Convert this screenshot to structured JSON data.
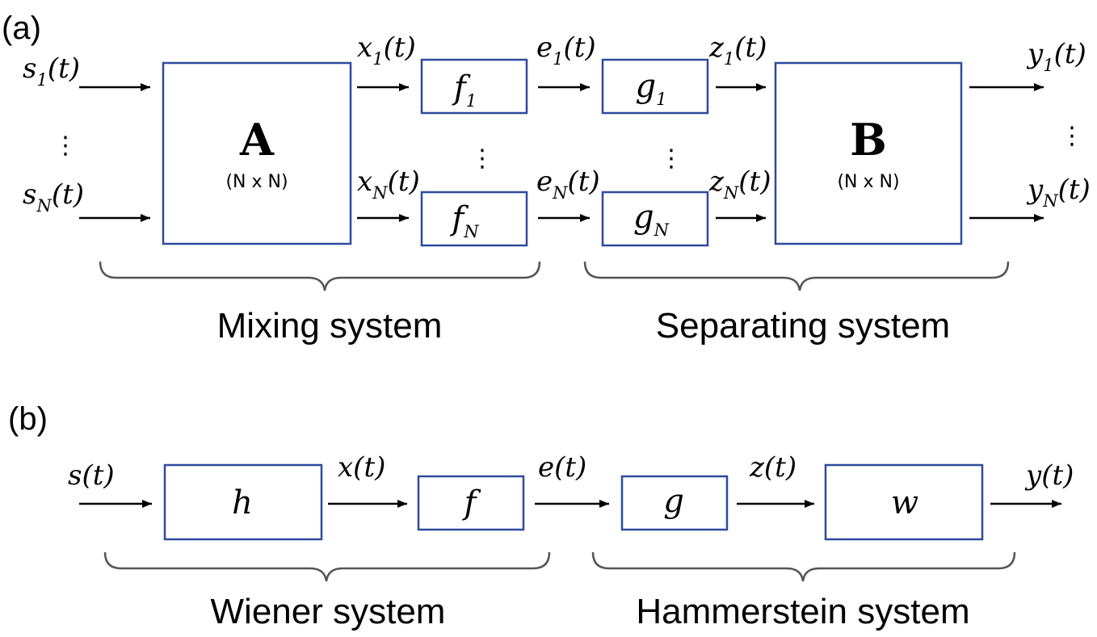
{
  "panel_a": {
    "label": "(a)",
    "inputs": [
      {
        "base": "s",
        "sub": "1",
        "arg": "(t)"
      },
      {
        "base": "s",
        "sub": "N",
        "arg": "(t)"
      }
    ],
    "matrix_a": {
      "name": "A",
      "dim": "(N x N)"
    },
    "x_signals": [
      {
        "base": "x",
        "sub": "1",
        "arg": "(t)"
      },
      {
        "base": "x",
        "sub": "N",
        "arg": "(t)"
      }
    ],
    "f_blocks": [
      {
        "base": "f",
        "sub": "1"
      },
      {
        "base": "f",
        "sub": "N"
      }
    ],
    "e_signals": [
      {
        "base": "e",
        "sub": "1",
        "arg": "(t)"
      },
      {
        "base": "e",
        "sub": "N",
        "arg": "(t)"
      }
    ],
    "g_blocks": [
      {
        "base": "g",
        "sub": "1"
      },
      {
        "base": "g",
        "sub": "N"
      }
    ],
    "z_signals": [
      {
        "base": "z",
        "sub": "1",
        "arg": "(t)"
      },
      {
        "base": "z",
        "sub": "N",
        "arg": "(t)"
      }
    ],
    "matrix_b": {
      "name": "B",
      "dim": "(N x N)"
    },
    "outputs": [
      {
        "base": "y",
        "sub": "1",
        "arg": "(t)"
      },
      {
        "base": "y",
        "sub": "N",
        "arg": "(t)"
      }
    ],
    "dots": "⋮",
    "mixing_caption": "Mixing system",
    "separating_caption": "Separating system"
  },
  "panel_b": {
    "label": "(b)",
    "s_signal": "s(t)",
    "h_block": "h",
    "x_signal": "x(t)",
    "f_block": "f",
    "e_signal": "e(t)",
    "g_block": "g",
    "z_signal": "z(t)",
    "w_block": "w",
    "y_signal": "y(t)",
    "wiener_caption": "Wiener system",
    "hammerstein_caption": "Hammerstein system"
  }
}
